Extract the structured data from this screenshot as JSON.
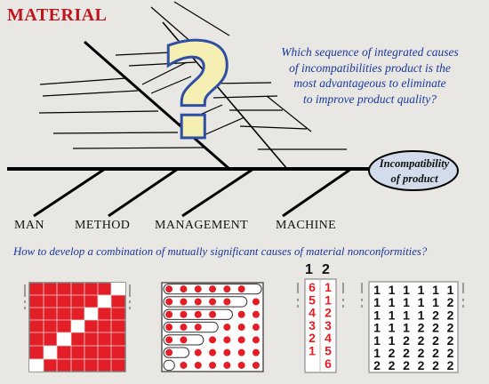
{
  "title": "MATERIAL",
  "question": [
    "Which sequence of integrated causes",
    "of incompatibilities product is the",
    "most advantageous to eliminate",
    "to improve product quality?"
  ],
  "categories": {
    "man": "MAN",
    "method": "METHOD",
    "management": "MANAGEMENT",
    "machine": "MACHINE"
  },
  "head": [
    "Incompatibility",
    "of product"
  ],
  "bottom_question": "How to develop a combination of mutually significant causes of material nonconformities?",
  "question_mark": "?",
  "sequence_headers": [
    "1",
    "2"
  ],
  "sequence_rows": [
    [
      "6",
      "1"
    ],
    [
      "5",
      "1"
    ],
    [
      "4",
      "2"
    ],
    [
      "3",
      "3"
    ],
    [
      "2",
      "4"
    ],
    [
      "1",
      "5"
    ],
    [
      "",
      "6"
    ]
  ],
  "number_matrix": [
    [
      "1",
      "1",
      "1",
      "1",
      "1",
      "1"
    ],
    [
      "1",
      "1",
      "1",
      "1",
      "1",
      "2"
    ],
    [
      "1",
      "1",
      "1",
      "1",
      "2",
      "2"
    ],
    [
      "1",
      "1",
      "1",
      "2",
      "2",
      "2"
    ],
    [
      "1",
      "1",
      "2",
      "2",
      "2",
      "2"
    ],
    [
      "1",
      "2",
      "2",
      "2",
      "2",
      "2"
    ],
    [
      "2",
      "2",
      "2",
      "2",
      "2",
      "2"
    ]
  ],
  "colors": {
    "title": "#c0141c",
    "question": "#17389a",
    "matrix_red": "#e41e26",
    "qmark_fill": "#f6efb4",
    "qmark_stroke": "#2f4fa2",
    "head_fill": "#d2dcea"
  }
}
